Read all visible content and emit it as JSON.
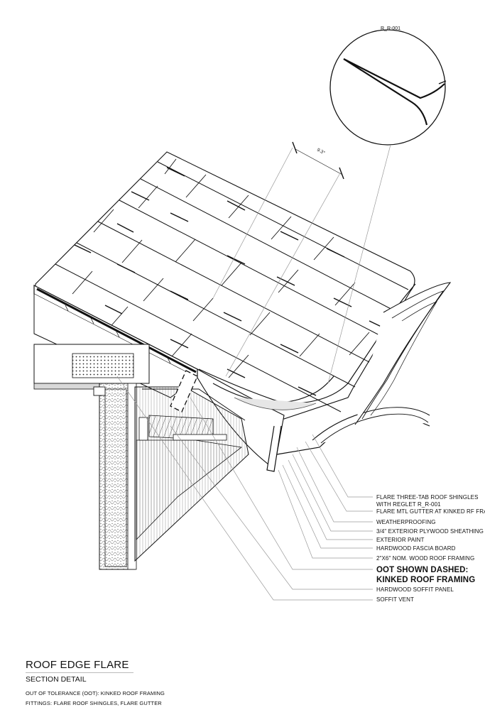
{
  "title": "ROOF EDGE FLARE",
  "subtitle": "SECTION DETAIL",
  "meta": [
    "OUT OF TOLERANCE (OOT): KINKED ROOF FRAMING",
    "FITTINGS: FLARE ROOF SHINGLES, FLARE GUTTER"
  ],
  "callout_detail_label": "R_R-001",
  "angle_dimension": "9.3°",
  "notes": [
    {
      "lines": [
        "FLARE THREE-TAB ROOF SHINGLES",
        "WITH REGLET R_R-001"
      ],
      "emphasis": false
    },
    {
      "lines": [
        "FLARE MTL GUTTER AT KINKED RF FRAMING"
      ],
      "emphasis": false
    },
    {
      "lines": [
        "WEATHERPROOFING"
      ],
      "emphasis": false
    },
    {
      "lines": [
        "3/4\" EXTERIOR PLYWOOD SHEATHING"
      ],
      "emphasis": false
    },
    {
      "lines": [
        "EXTERIOR PAINT"
      ],
      "emphasis": false
    },
    {
      "lines": [
        "HARDWOOD FASCIA BOARD"
      ],
      "emphasis": false
    },
    {
      "lines": [
        "2\"X6\" NOM. WOOD ROOF FRAMING"
      ],
      "emphasis": false
    },
    {
      "lines": [
        "OOT SHOWN DASHED:",
        "KINKED ROOF FRAMING"
      ],
      "emphasis": true
    },
    {
      "lines": [
        "HARDWOOD SOFFIT PANEL"
      ],
      "emphasis": false
    },
    {
      "lines": [
        "SOFFIT VENT"
      ],
      "emphasis": false
    }
  ],
  "colors": {
    "ink": "#111111",
    "leader": "#9a9a9a",
    "fill_light": "#e6e6e6",
    "fill_mid": "#cfcfcf"
  }
}
